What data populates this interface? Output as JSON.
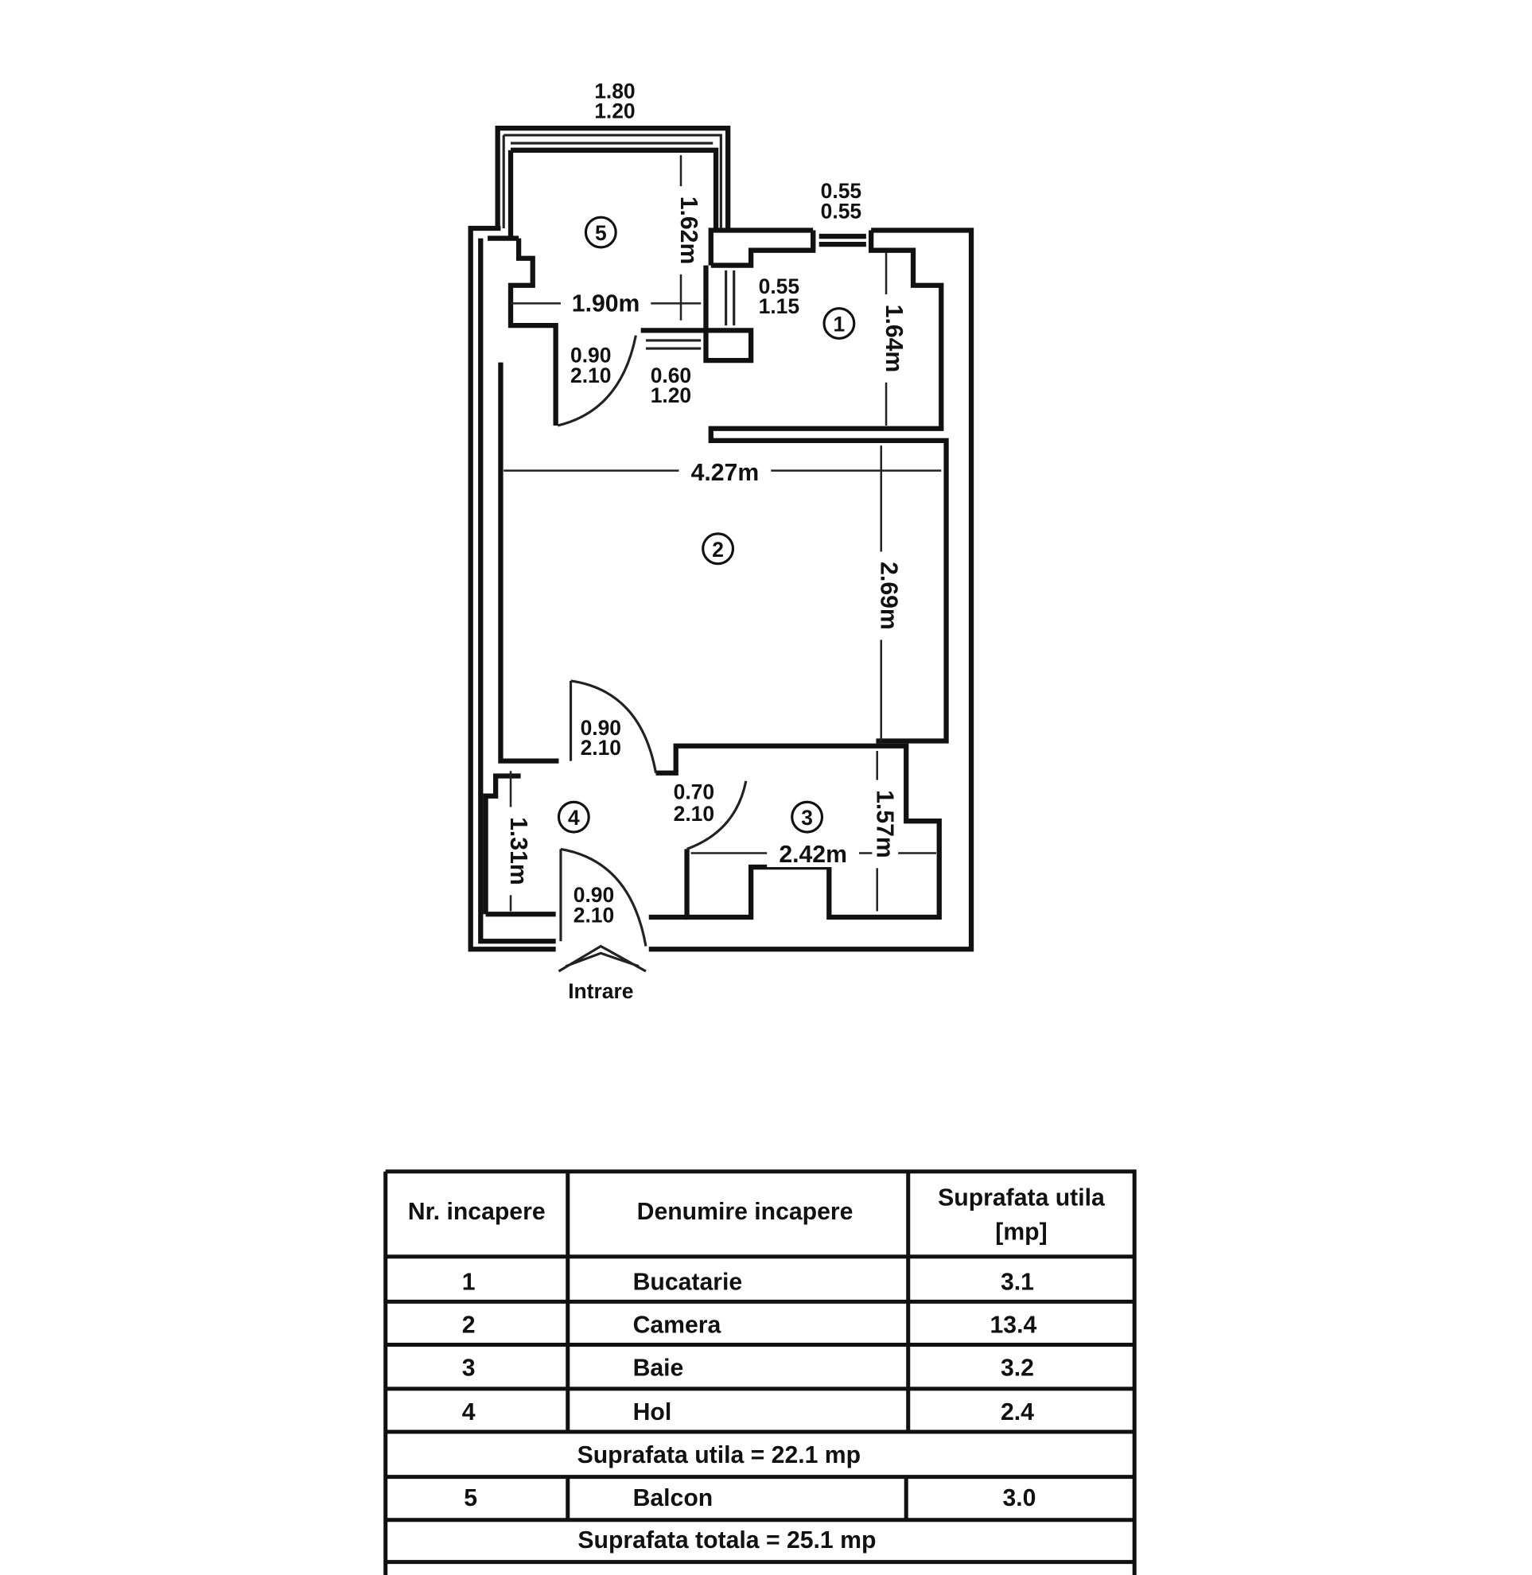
{
  "plan": {
    "balcony_window": [
      "1.80",
      "1.20"
    ],
    "kitchen_window": [
      "0.55",
      "0.55"
    ],
    "kitchen_door": [
      "0.55",
      "1.15"
    ],
    "balcony_door_a": [
      "0.90",
      "2.10"
    ],
    "balcony_door_b": [
      "0.60",
      "1.20"
    ],
    "room_door": [
      "0.90",
      "2.10"
    ],
    "bath_door": [
      "0.70",
      "2.10"
    ],
    "entry_door": [
      "0.90",
      "2.10"
    ],
    "dims": {
      "balcony_height": "1.62m",
      "balcony_width": "1.90m",
      "kitchen_height": "1.64m",
      "room_width": "4.27m",
      "room_height": "2.69m",
      "bath_width": "2.42m",
      "bath_height": "1.57m",
      "hall_height": "1.31m"
    },
    "room_numbers": [
      "1",
      "2",
      "3",
      "4",
      "5"
    ],
    "entrance_label": "Intrare"
  },
  "table": {
    "headers": [
      "Nr. incapere",
      "Denumire incapere",
      "Suprafata utila",
      "[mp]"
    ],
    "rows": [
      {
        "nr": "1",
        "name": "Bucatarie",
        "area": "3.1"
      },
      {
        "nr": "2",
        "name": "Camera",
        "area": "13.4"
      },
      {
        "nr": "3",
        "name": "Baie",
        "area": "3.2"
      },
      {
        "nr": "4",
        "name": "Hol",
        "area": "2.4"
      }
    ],
    "subtotal": "Suprafata utila = 22.1 mp",
    "balcony_row": {
      "nr": "5",
      "name": "Balcon",
      "area": "3.0"
    },
    "total": "Suprafata totala = 25.1 mp"
  }
}
